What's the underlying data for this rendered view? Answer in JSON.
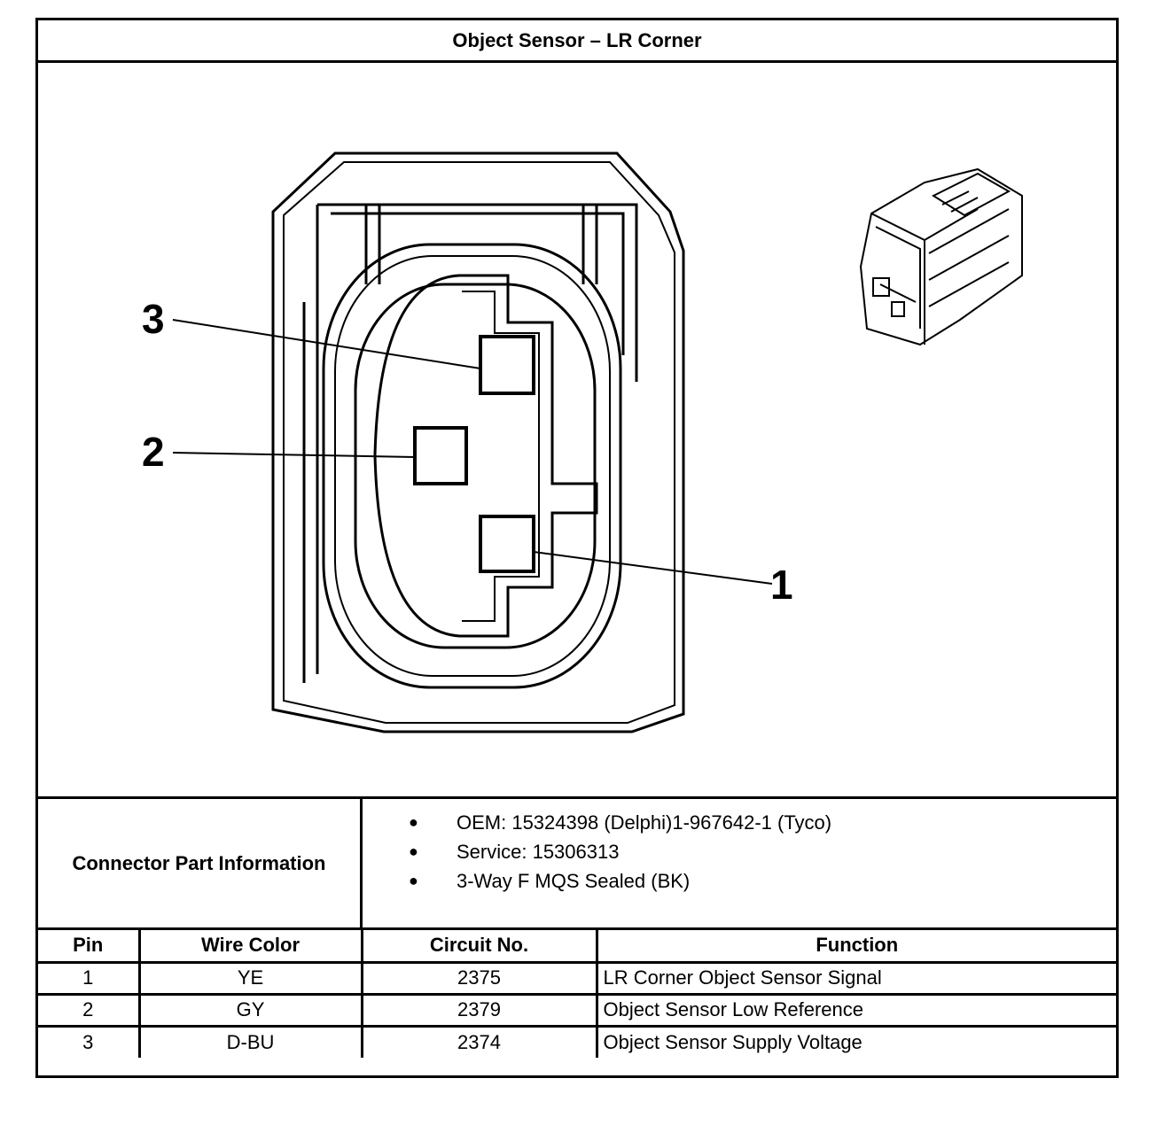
{
  "title": "Object Sensor – LR Corner",
  "figure": {
    "cavity_labels": [
      "3",
      "2",
      "1"
    ]
  },
  "connector_info": {
    "label": "Connector Part Information",
    "items": [
      "OEM: 15324398 (Delphi)1-967642-1 (Tyco)",
      "Service: 15306313",
      "3-Way F MQS Sealed (BK)"
    ]
  },
  "pin_table": {
    "headers": [
      "Pin",
      "Wire Color",
      "Circuit No.",
      "Function"
    ],
    "rows": [
      [
        "1",
        "YE",
        "2375",
        "LR Corner Object Sensor Signal"
      ],
      [
        "2",
        "GY",
        "2379",
        "Object Sensor Low Reference"
      ],
      [
        "3",
        "D-BU",
        "2374",
        "Object Sensor Supply Voltage"
      ]
    ]
  }
}
